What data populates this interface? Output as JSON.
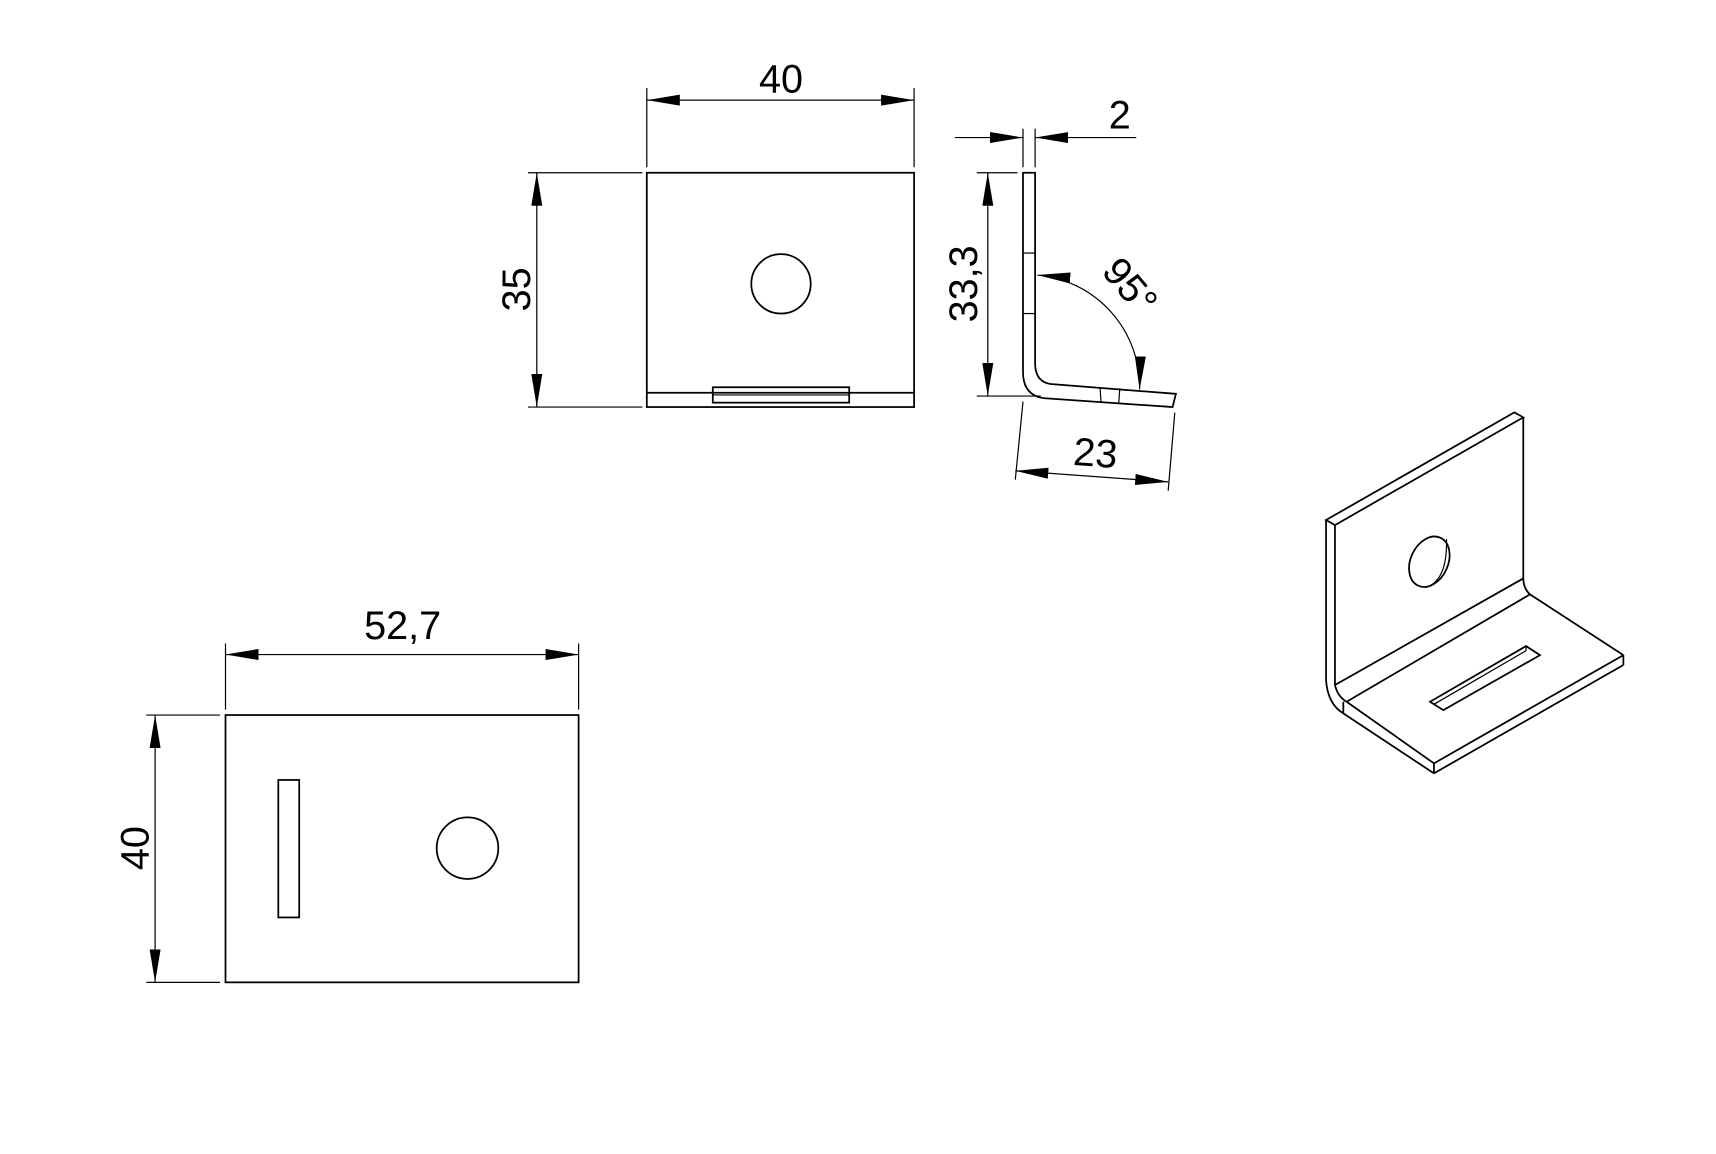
{
  "drawing": {
    "front_view": {
      "width_label": "40",
      "height_label": "35"
    },
    "side_view": {
      "thickness_label": "2",
      "height_label": "33,3",
      "angle_label": "95°",
      "leg_label": "23"
    },
    "bottom_view": {
      "width_label": "52,7",
      "height_label": "40"
    },
    "isometric_view": {}
  },
  "colors": {
    "line": "#000000",
    "background": "#ffffff"
  }
}
